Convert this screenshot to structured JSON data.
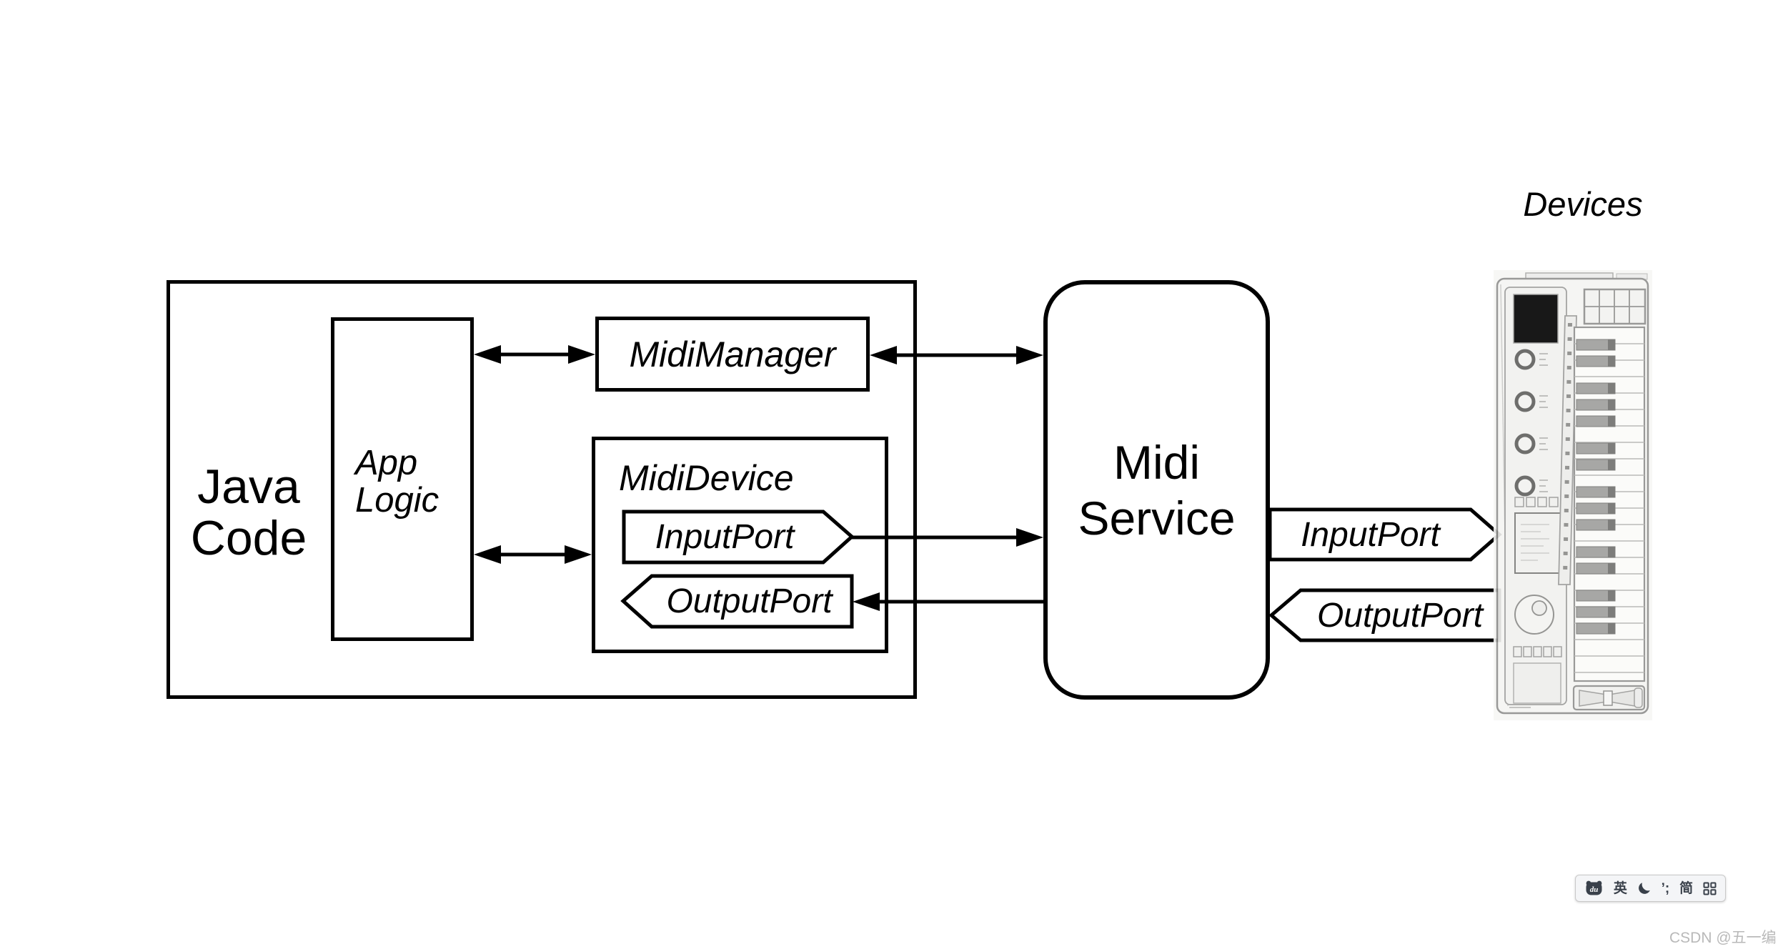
{
  "diagram": {
    "java_code": {
      "line1": "Java",
      "line2": "Code"
    },
    "app_logic": {
      "line1": "App",
      "line2": "Logic"
    },
    "midi_manager": "MidiManager",
    "midi_device": "MidiDevice",
    "midi_service": {
      "line1": "Midi",
      "line2": "Service"
    },
    "ports": {
      "device_input": "InputPort",
      "device_output": "OutputPort",
      "service_input": "InputPort",
      "service_output": "OutputPort"
    },
    "devices_label": "Devices"
  },
  "ime_toolbar": {
    "logo_text": "du",
    "english_mode": "英",
    "punctuation": "’;",
    "simplified": "简"
  },
  "watermark": "CSDN @五一编程",
  "colors": {
    "diagram_stroke": "#000000",
    "background": "#ffffff",
    "watermark": "#b9b9b9",
    "ime_icon": "#39404a",
    "sketch_gray": "#9a9a98"
  }
}
